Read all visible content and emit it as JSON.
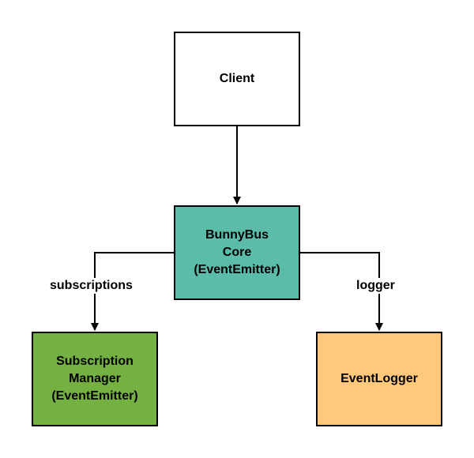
{
  "nodes": {
    "client": {
      "lines": [
        "Client"
      ],
      "color": "#ffffff"
    },
    "core": {
      "lines": [
        "BunnyBus",
        "Core",
        "(EventEmitter)"
      ],
      "color": "#5bbca9"
    },
    "subscription_manager": {
      "lines": [
        "Subscription",
        "Manager",
        "(EventEmitter)"
      ],
      "color": "#75b043"
    },
    "event_logger": {
      "lines": [
        "EventLogger"
      ],
      "color": "#ffc87a"
    }
  },
  "edges": {
    "subscriptions": "subscriptions",
    "logger": "logger"
  }
}
